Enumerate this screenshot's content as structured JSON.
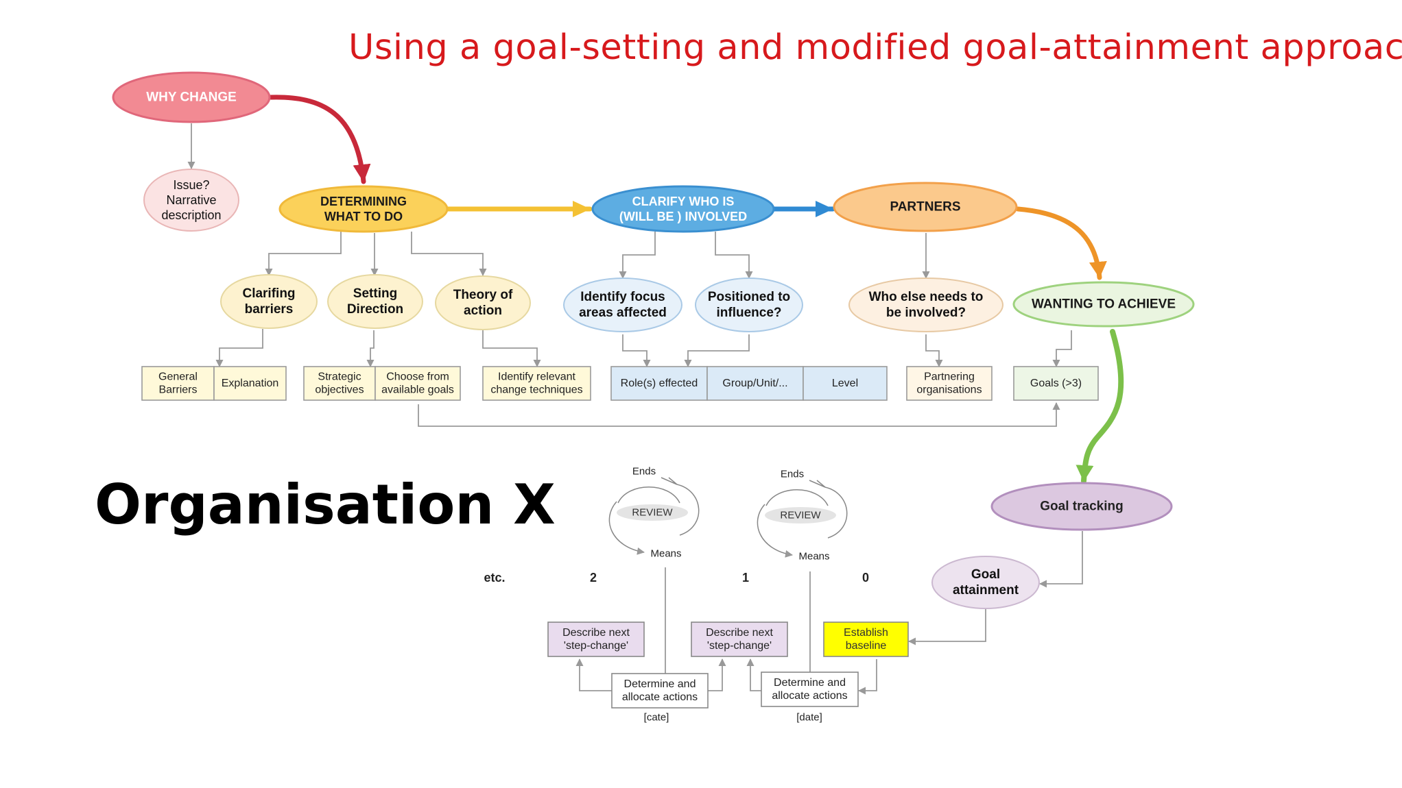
{
  "title": "Using a goal-setting and modified goal-attainment approach",
  "org_title": "Organisation X",
  "colors": {
    "why": "#f28a93",
    "why_stroke": "#e0677a",
    "why_text": "#ffffff",
    "issue_fill": "#fbe3e3",
    "issue_stroke": "#e9b6b6",
    "yellow": "#fbd15a",
    "yellow_stroke": "#f0b93a",
    "yellow_light": "#fdf2cf",
    "yellow_light_stroke": "#e6d8a0",
    "blue": "#5dade2",
    "blue_stroke": "#3a8fd0",
    "blue_light": "#e7f1fa",
    "blue_light_stroke": "#a9c9e6",
    "orange": "#fbc98c",
    "orange_stroke": "#f2a04a",
    "orange_light": "#fdf0e1",
    "orange_light_stroke": "#e7c9a4",
    "green_light": "#eaf5e0",
    "green_stroke": "#9ed27e",
    "purple": "#dcc8e0",
    "purple_stroke": "#b28fbd",
    "purple_light": "#ede3ef",
    "box_yellow": "#fff9d9",
    "box_blue": "#dbeaf7",
    "box_green": "#edf6e6",
    "box_orange": "#fff6e6",
    "box_purple": "#e9dcee",
    "baseline_yellow": "#ffff00",
    "arrow_red": "#c8293a",
    "arrow_yellow": "#f4c133",
    "arrow_blue": "#2f8ad3",
    "arrow_orange": "#ee9428",
    "arrow_green": "#7cc04a",
    "connector": "#999999",
    "title_red": "#d7191c"
  },
  "nodes": {
    "why_change": "WHY CHANGE",
    "issue": [
      "Issue?",
      "Narrative",
      "description"
    ],
    "determining": [
      "DETERMINING",
      "WHAT TO DO"
    ],
    "clarify": [
      "CLARIFY WHO IS",
      "(WILL BE ) INVOLVED"
    ],
    "partners": "PARTNERS",
    "wanting": "WANTING TO ACHIEVE",
    "clarifying_barriers": [
      "Clarifing",
      "barriers"
    ],
    "setting_direction": [
      "Setting",
      "Direction"
    ],
    "theory_of_action": [
      "Theory of",
      "action"
    ],
    "identify_focus": [
      "Identify focus",
      "areas affected"
    ],
    "positioned": [
      "Positioned to",
      "influence?"
    ],
    "who_else": [
      "Who else needs to",
      "be involved?"
    ],
    "goal_tracking": "Goal tracking",
    "goal_attainment": [
      "Goal",
      "attainment"
    ]
  },
  "boxes": {
    "general_barriers": [
      "General",
      "Barriers"
    ],
    "explanation": [
      "Explanation"
    ],
    "strategic_objectives": [
      "Strategic",
      "objectives"
    ],
    "choose_goals": [
      "Choose from",
      "available goals"
    ],
    "identify_techniques": [
      "Identify relevant",
      "change techniques"
    ],
    "roles": [
      "Role(s) effected"
    ],
    "group": [
      "Group/Unit/..."
    ],
    "level": [
      "Level"
    ],
    "partnering": [
      "Partnering",
      "organisations"
    ],
    "goals": [
      "Goals (>3)"
    ],
    "describe_next_2": [
      "Describe next",
      "'step-change'"
    ],
    "describe_next_1": [
      "Describe next",
      "'step-change'"
    ],
    "establish_baseline": [
      "Establish",
      "baseline"
    ],
    "determine_2": [
      "Determine and",
      "allocate actions"
    ],
    "determine_1": [
      "Determine and",
      "allocate actions"
    ]
  },
  "review_cycles": {
    "left": {
      "label": "REVIEW",
      "ends": "Ends",
      "means": "Means"
    },
    "right": {
      "label": "REVIEW",
      "ends": "Ends",
      "means": "Means"
    }
  },
  "sequence_labels": [
    "etc.",
    "2",
    "1",
    "0"
  ],
  "dates": [
    "[cate]",
    "[date]"
  ]
}
